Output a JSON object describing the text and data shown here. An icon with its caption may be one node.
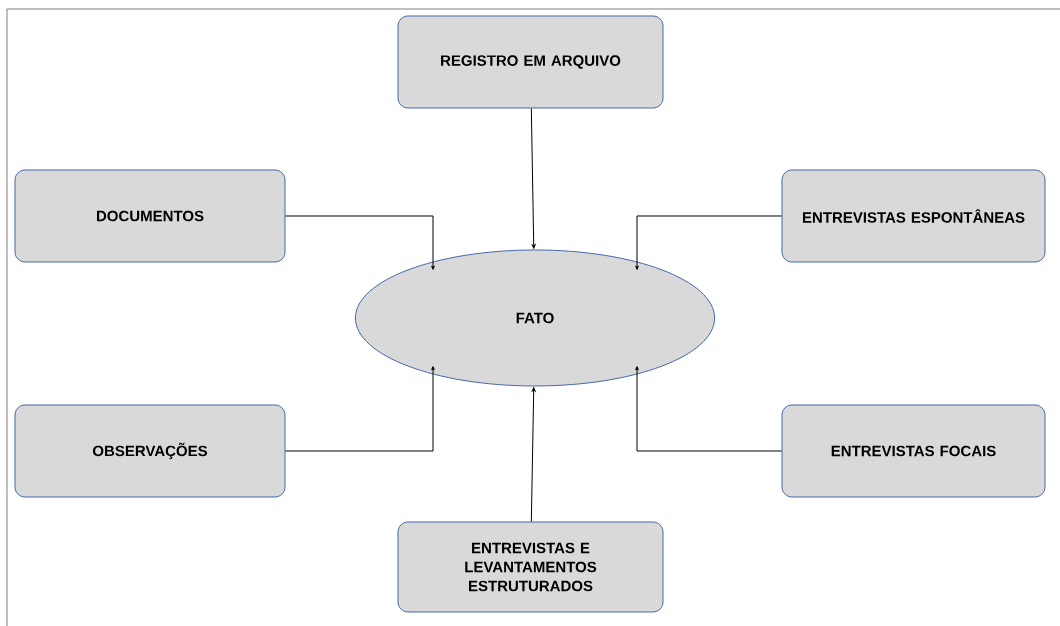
{
  "diagram": {
    "nodes": [
      {
        "text": [
          "REGISTRO EM ARQUIVO"
        ]
      },
      {
        "text": [
          "DOCUMENTOS"
        ]
      },
      {
        "text": [
          "ENTREVISTAS ESPONTÂNEAS"
        ]
      },
      {
        "text": [
          "FATO"
        ]
      },
      {
        "text": [
          "OBSERVAÇÕES"
        ]
      },
      {
        "text": [
          "ENTREVISTAS FOCAIS"
        ]
      },
      {
        "text": [
          "ENTREVISTAS E LEVANTAMENTOS ESTRUTURADOS"
        ]
      }
    ],
    "edges": [
      {
        "from": 0,
        "to": 3,
        "arrow": "to"
      },
      {
        "from": 1,
        "to": 3,
        "arrow": "to"
      },
      {
        "from": 2,
        "to": 3,
        "arrow": "to"
      },
      {
        "from": 4,
        "to": 3,
        "arrow": "to"
      },
      {
        "from": 5,
        "to": 3,
        "arrow": "to"
      },
      {
        "from": 6,
        "to": 3,
        "arrow": "to"
      }
    ]
  }
}
